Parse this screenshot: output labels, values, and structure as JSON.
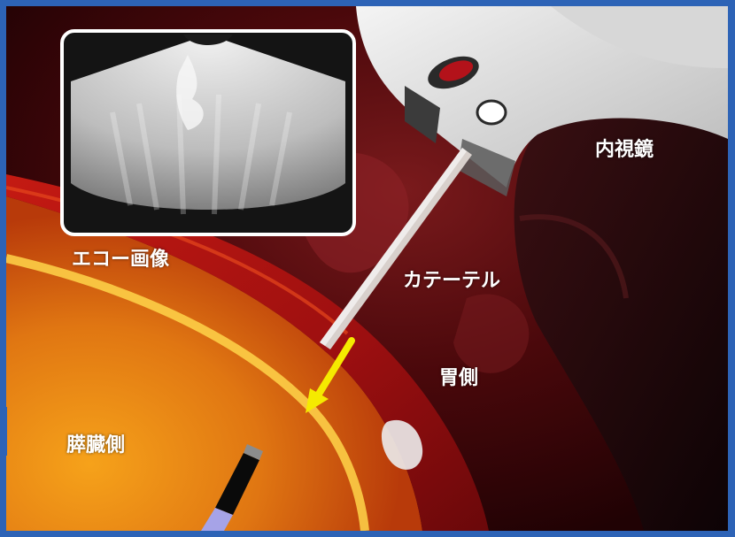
{
  "labels": {
    "echo_image": "エコー画像",
    "endoscope": "内視鏡",
    "catheter": "カテーテル",
    "stomach_side": "胃側",
    "pancreas_side": "膵臓側"
  },
  "colors": {
    "frame": "#2d63b6",
    "arrow": "#f5ea00",
    "text": "#ffffff"
  },
  "icons": [
    "arrow-icon"
  ]
}
